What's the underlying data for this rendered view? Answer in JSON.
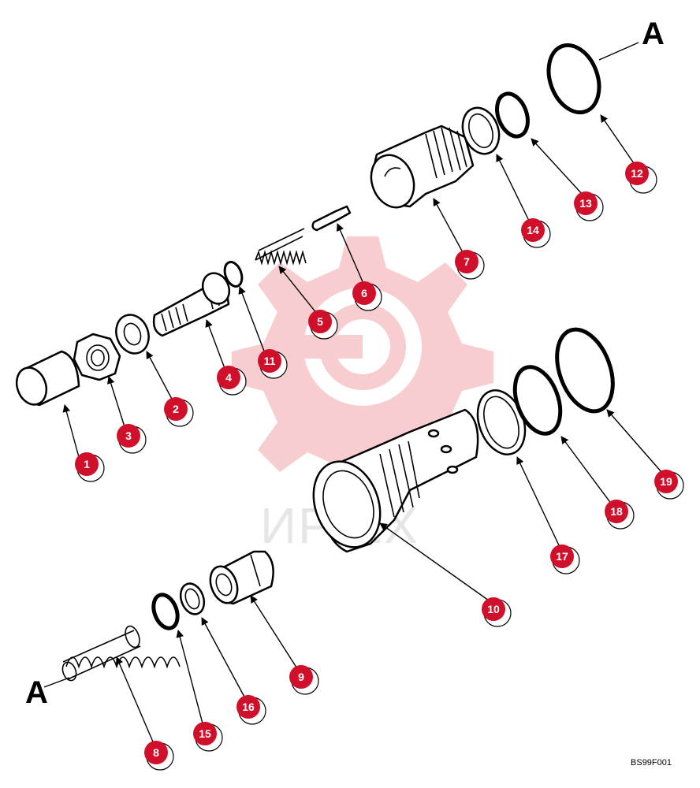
{
  "figure_code": "BS99F001",
  "watermark_text": "ИР  ЕХ",
  "reference_letter": "A",
  "callouts": [
    {
      "label": "1"
    },
    {
      "label": "2"
    },
    {
      "label": "3"
    },
    {
      "label": "4"
    },
    {
      "label": "5"
    },
    {
      "label": "6"
    },
    {
      "label": "7"
    },
    {
      "label": "8"
    },
    {
      "label": "9"
    },
    {
      "label": "10"
    },
    {
      "label": "11"
    },
    {
      "label": "12"
    },
    {
      "label": "13"
    },
    {
      "label": "14"
    },
    {
      "label": "15"
    },
    {
      "label": "16"
    },
    {
      "label": "17"
    },
    {
      "label": "18"
    },
    {
      "label": "19"
    }
  ],
  "colors": {
    "callout": "#d0102a",
    "watermark": "#f6c5c8",
    "line": "#000000"
  }
}
